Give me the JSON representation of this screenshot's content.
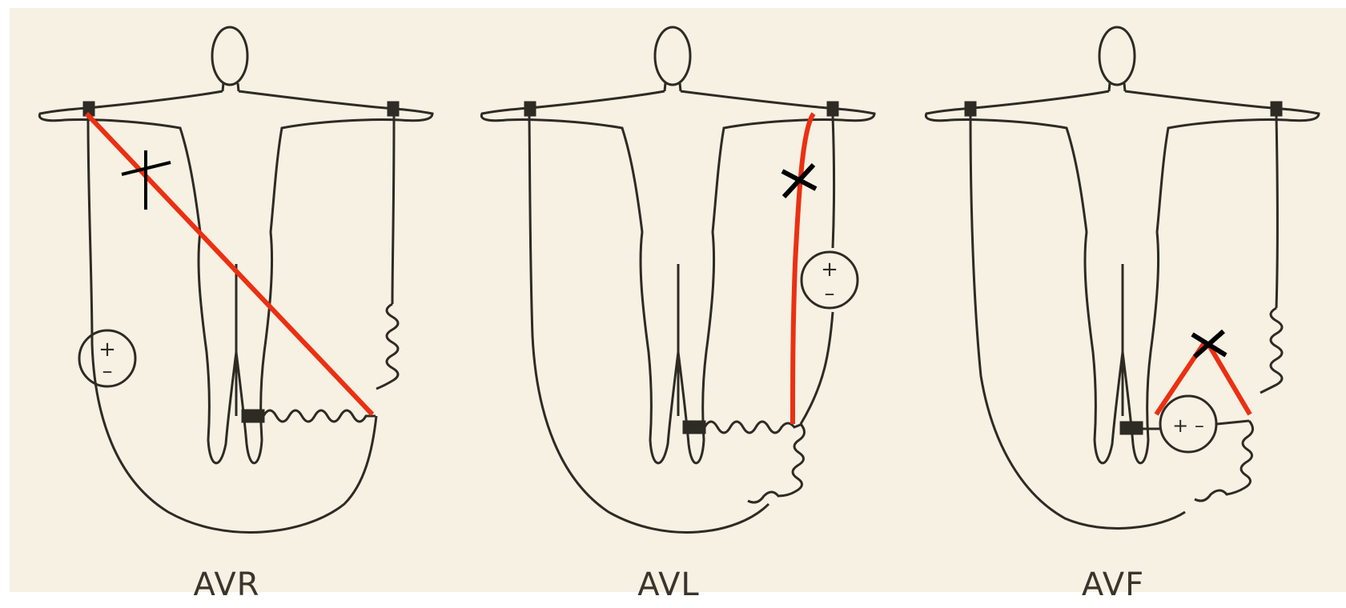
{
  "figure": {
    "panels": [
      {
        "label": "AVR",
        "electrode_label": "+\n–"
      },
      {
        "label": "AVL",
        "electrode_label": "+\n–"
      },
      {
        "label": "AVF",
        "electrode_label": "+ –"
      }
    ],
    "colors": {
      "paper": "#f6f1e3",
      "ink": "#2e2a24",
      "highlight": "#ec2f12",
      "cross": "#000000"
    },
    "icons": [
      "body-figure",
      "galvanometer",
      "cross-mark",
      "red-lead-line"
    ]
  }
}
